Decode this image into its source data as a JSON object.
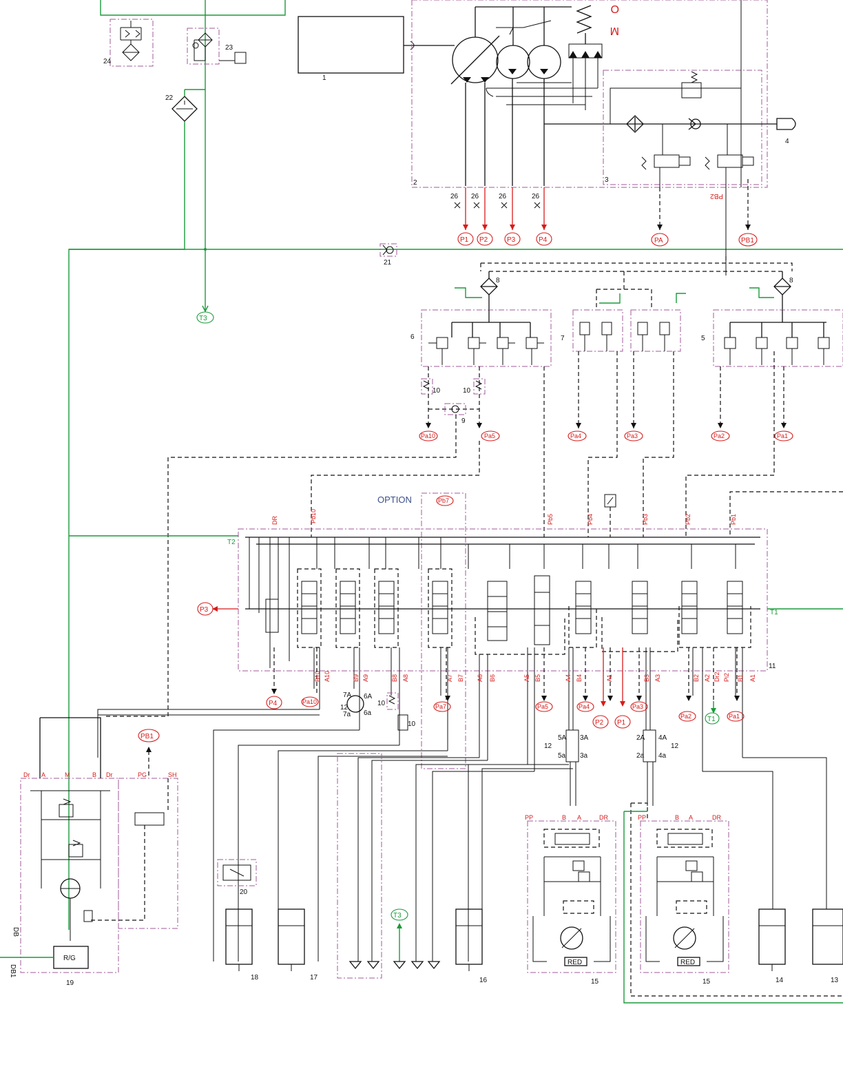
{
  "colors": {
    "pressure_line": "#111111",
    "tank_line": "#1a9a3a",
    "port_label": "#d81b1b",
    "boundary": "#a05a9a",
    "option_text": "#3b4f8a"
  },
  "component_numbers": {
    "c1": "1",
    "c2": "2",
    "c3": "3",
    "c4": "4",
    "c5": "5",
    "c6": "6",
    "c7": "7",
    "c8a": "8",
    "c8b": "8",
    "c9": "9",
    "c10a": "10",
    "c10b": "10",
    "c10c": "10",
    "c11": "11",
    "c12a": "12",
    "c12b": "12",
    "c12c": "12",
    "c13": "13",
    "c14": "14",
    "c15a": "15",
    "c15b": "15",
    "c16": "16",
    "c17": "17",
    "c18": "18",
    "c19": "19",
    "c20": "20",
    "c21": "21",
    "c22": "22",
    "c23": "23",
    "c24": "24",
    "c26a": "26",
    "c26b": "26",
    "c26c": "26",
    "c26d": "26"
  },
  "pump_ports": {
    "p1": "P1",
    "p2": "P2",
    "p3": "P3",
    "p4": "P4",
    "pa": "PA",
    "pb1": "PB1",
    "pb2": "PB2"
  },
  "motor": {
    "m": "M",
    "o": "O"
  },
  "tank_labels": {
    "t3a": "T3",
    "t3b": "T3",
    "t1": "T1",
    "t2": "T2",
    "t1port": "T1"
  },
  "pilot_ports": {
    "pa10": "Pa10",
    "pa5": "Pa5",
    "pa4": "Pa4",
    "pa3": "Pa3",
    "pa2": "Pa2",
    "pa1": "Pa1",
    "pb7": "Pb7",
    "pa7": "Pa7",
    "pa5b": "Pa5",
    "pa4b": "Pa4",
    "pa3b": "Pa3",
    "pa2b": "Pa2",
    "pa1b": "Pa1",
    "pa10b": "Pa10"
  },
  "valve_top_labels": {
    "dr": "DR",
    "pb10": "Pb10",
    "pb5": "Pb5",
    "pb4": "Pb4",
    "pb3": "Pb3",
    "pb2": "Pb2",
    "pb1": "Pb1"
  },
  "valve_bottom_labels": [
    "A10",
    "B10",
    "A9",
    "B9",
    "A8",
    "B8",
    "A7",
    "B7",
    "A6",
    "B6",
    "A5",
    "B5",
    "A4",
    "B4",
    "A1",
    "B3",
    "A3",
    "B2",
    "A2",
    "Dr2",
    "Pi2",
    "B1",
    "A1"
  ],
  "valve_outputs": {
    "p4": "P4",
    "p3": "P3",
    "p2": "P2",
    "p1": "P1"
  },
  "option_label": "OPTION",
  "swing": {
    "ports": [
      "Dr",
      "A",
      "M",
      "B",
      "Dr",
      "PG",
      "SH"
    ],
    "db": "DB",
    "db1": "DB1",
    "rg": "R/G",
    "pb1": "PB1"
  },
  "travel": {
    "left_ports": [
      "PP",
      "B",
      "A",
      "DR"
    ],
    "right_ports": [
      "PP",
      "B",
      "A",
      "DR"
    ],
    "red": "RED"
  },
  "joint_a": {
    "a": "5A",
    "b": "5a",
    "c": "3A",
    "d": "3a"
  },
  "joint_b": {
    "a": "2A",
    "b": "2a",
    "c": "4A",
    "d": "4a"
  },
  "joint_c": {
    "a": "6A",
    "b": "6a",
    "c": "7A",
    "d": "7a"
  }
}
